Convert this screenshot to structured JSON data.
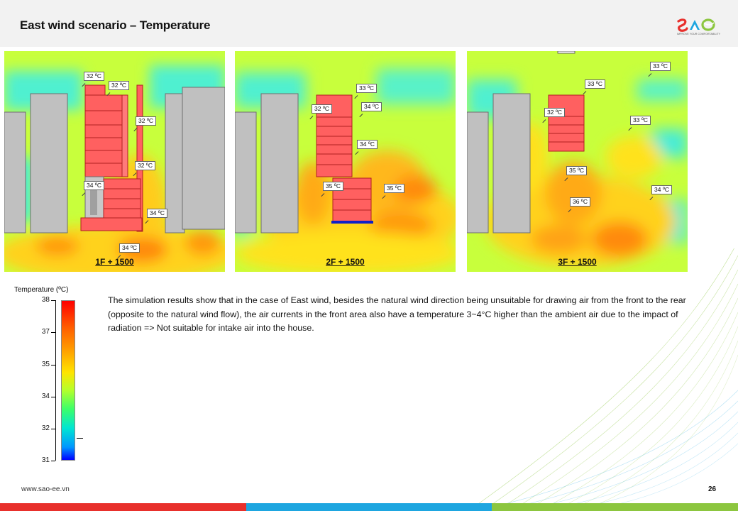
{
  "slide": {
    "title": "East wind scenario – Temperature",
    "description": "The simulation results show that in the case of East wind, besides the natural wind direction being unsuitable for drawing air from the front to the rear (opposite to the natural wind flow), the air currents in the front area also have a temperature 3~4°C higher than the ambient air due to the impact of radiation => Not suitable for intake air into the house.",
    "footer_url": "www.sao-ee.vn",
    "page_number": "26"
  },
  "logo": {
    "text": "SAO",
    "tagline": "IMPROVE YOUR COMFORTABILITY",
    "colors": [
      "#e8302c",
      "#1ea6e0",
      "#8cc63f"
    ]
  },
  "panels": [
    {
      "caption": "1F + 1500",
      "labels": [
        "32 ºC",
        "32 ºC",
        "32 ºC",
        "32 ºC",
        "34 ºC",
        "34 ºC",
        "34 ºC"
      ]
    },
    {
      "caption": "2F + 1500",
      "labels": [
        "33 ºC",
        "32 ºC",
        "34 ºC",
        "34 ºC",
        "35 ºC",
        "35 ºC"
      ]
    },
    {
      "caption": "3F + 1500",
      "labels": [
        "33 ºC",
        "33 ºC",
        "32 ºC",
        "33 ºC",
        "35 ºC",
        "34 ºC",
        "36 ºC"
      ]
    }
  ],
  "legend": {
    "title": "Temperature (ºC)",
    "max": 38,
    "min": 31,
    "ticks": [
      "38",
      "37",
      "35",
      "34",
      "32",
      "31"
    ],
    "colors": [
      "#ff0000",
      "#ff9a00",
      "#ffe400",
      "#3cff6a",
      "#00e6d2",
      "#0000ff"
    ]
  },
  "colors": {
    "building": "#c0c0c0",
    "house": "#ff6060",
    "stripe_red": "#e8302c",
    "stripe_blue": "#1ea6e0",
    "stripe_green": "#8cc63f"
  }
}
